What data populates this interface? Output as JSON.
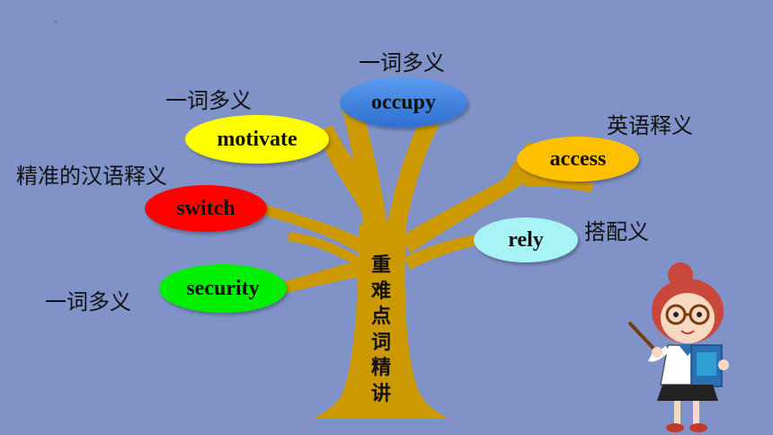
{
  "nodes": {
    "occupy": {
      "word": "occupy",
      "tag": "一词多义",
      "color": "#4a86e8"
    },
    "motivate": {
      "word": "motivate",
      "tag": "一词多义",
      "color": "#ffff00"
    },
    "switch": {
      "word": "switch",
      "tag": "精准的汉语释义",
      "color": "#ff0000"
    },
    "security": {
      "word": "security",
      "tag": "一词多义",
      "color": "#00ee00"
    },
    "access": {
      "word": "access",
      "tag": "英语释义",
      "color": "#ffc000"
    },
    "rely": {
      "word": "rely",
      "tag": "搭配义",
      "color": "#a8f4f4"
    }
  },
  "trunk_title": [
    "重",
    "难",
    "点",
    "词",
    "精",
    "讲"
  ],
  "colors": {
    "background": "#7f93c9",
    "tree": "#cc9a00"
  }
}
